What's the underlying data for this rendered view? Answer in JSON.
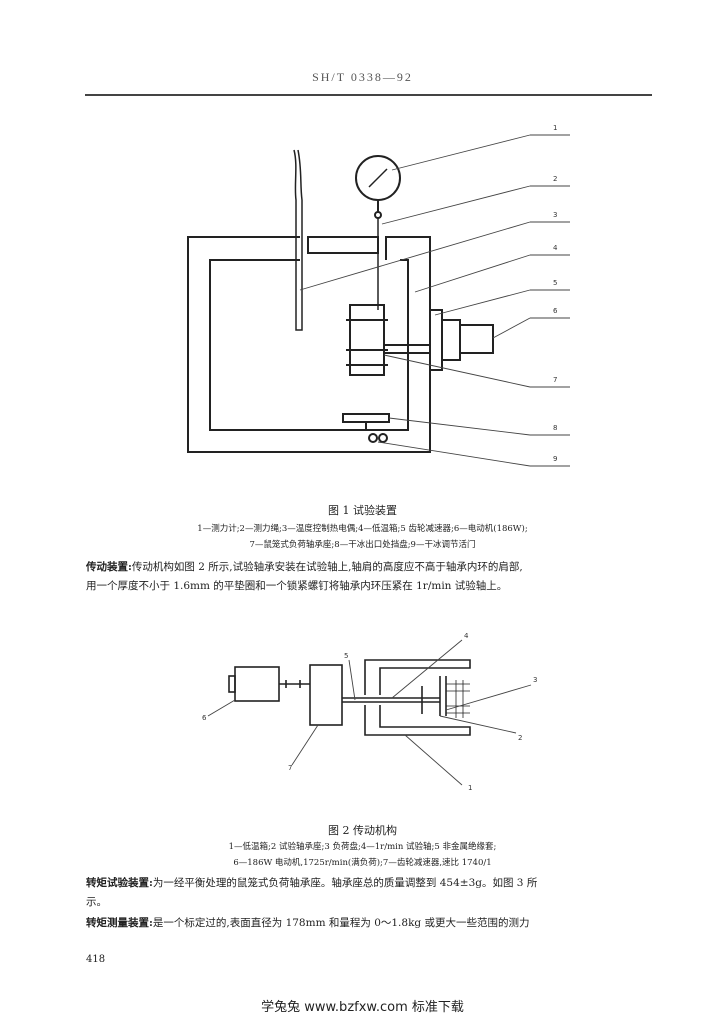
{
  "header": {
    "standard_no": "SH/T 0338—92"
  },
  "figure1": {
    "numbers": [
      "1",
      "2",
      "3",
      "4",
      "5",
      "6",
      "7",
      "8",
      "9"
    ],
    "caption": "图 1   试验装置",
    "legend_line1": "1—测力计;2—测力绳;3—温度控制热电偶;4—低温箱;5  齿轮减速器;6—电动机(186W);",
    "legend_line2": "7—鼠笼式负荷轴承座;8—干冰出口处挡盘;9—干冰调节活门"
  },
  "para1": {
    "title": "传动装置:",
    "line1": "传动机构如图 2 所示,试验轴承安装在试验轴上,轴肩的高度应不高于轴承内环的肩部,",
    "line2": "用一个厚度不小于 1.6mm 的平垫圈和一个锁紧螺钉将轴承内环压紧在 1r/min 试验轴上。"
  },
  "figure2": {
    "numbers": [
      "1",
      "2",
      "3",
      "4",
      "5",
      "6",
      "7"
    ],
    "caption": "图 2   传动机构",
    "legend_line1": "1—低温箱;2  试验轴承座;3  负荷盘;4—1r/min 试验轴;5  非金属绝缘套;",
    "legend_line2": "6—186W 电动机,1725r/min(满负荷);7—齿轮减速器,速比 1740/1"
  },
  "para2": {
    "title": "转矩试验装置:",
    "line1": "为一经平衡处理的鼠笼式负荷轴承座。轴承座总的质量调整到 454±3g。如图 3 所",
    "line2": "示。"
  },
  "para3": {
    "title": "转矩测量装置:",
    "line1": "是一个标定过的,表面直径为 178mm 和量程为 0～1.8kg 或更大一些范围的测力"
  },
  "page_number": "418",
  "footer": "学兔兔 www.bzfxw.com 标准下载"
}
